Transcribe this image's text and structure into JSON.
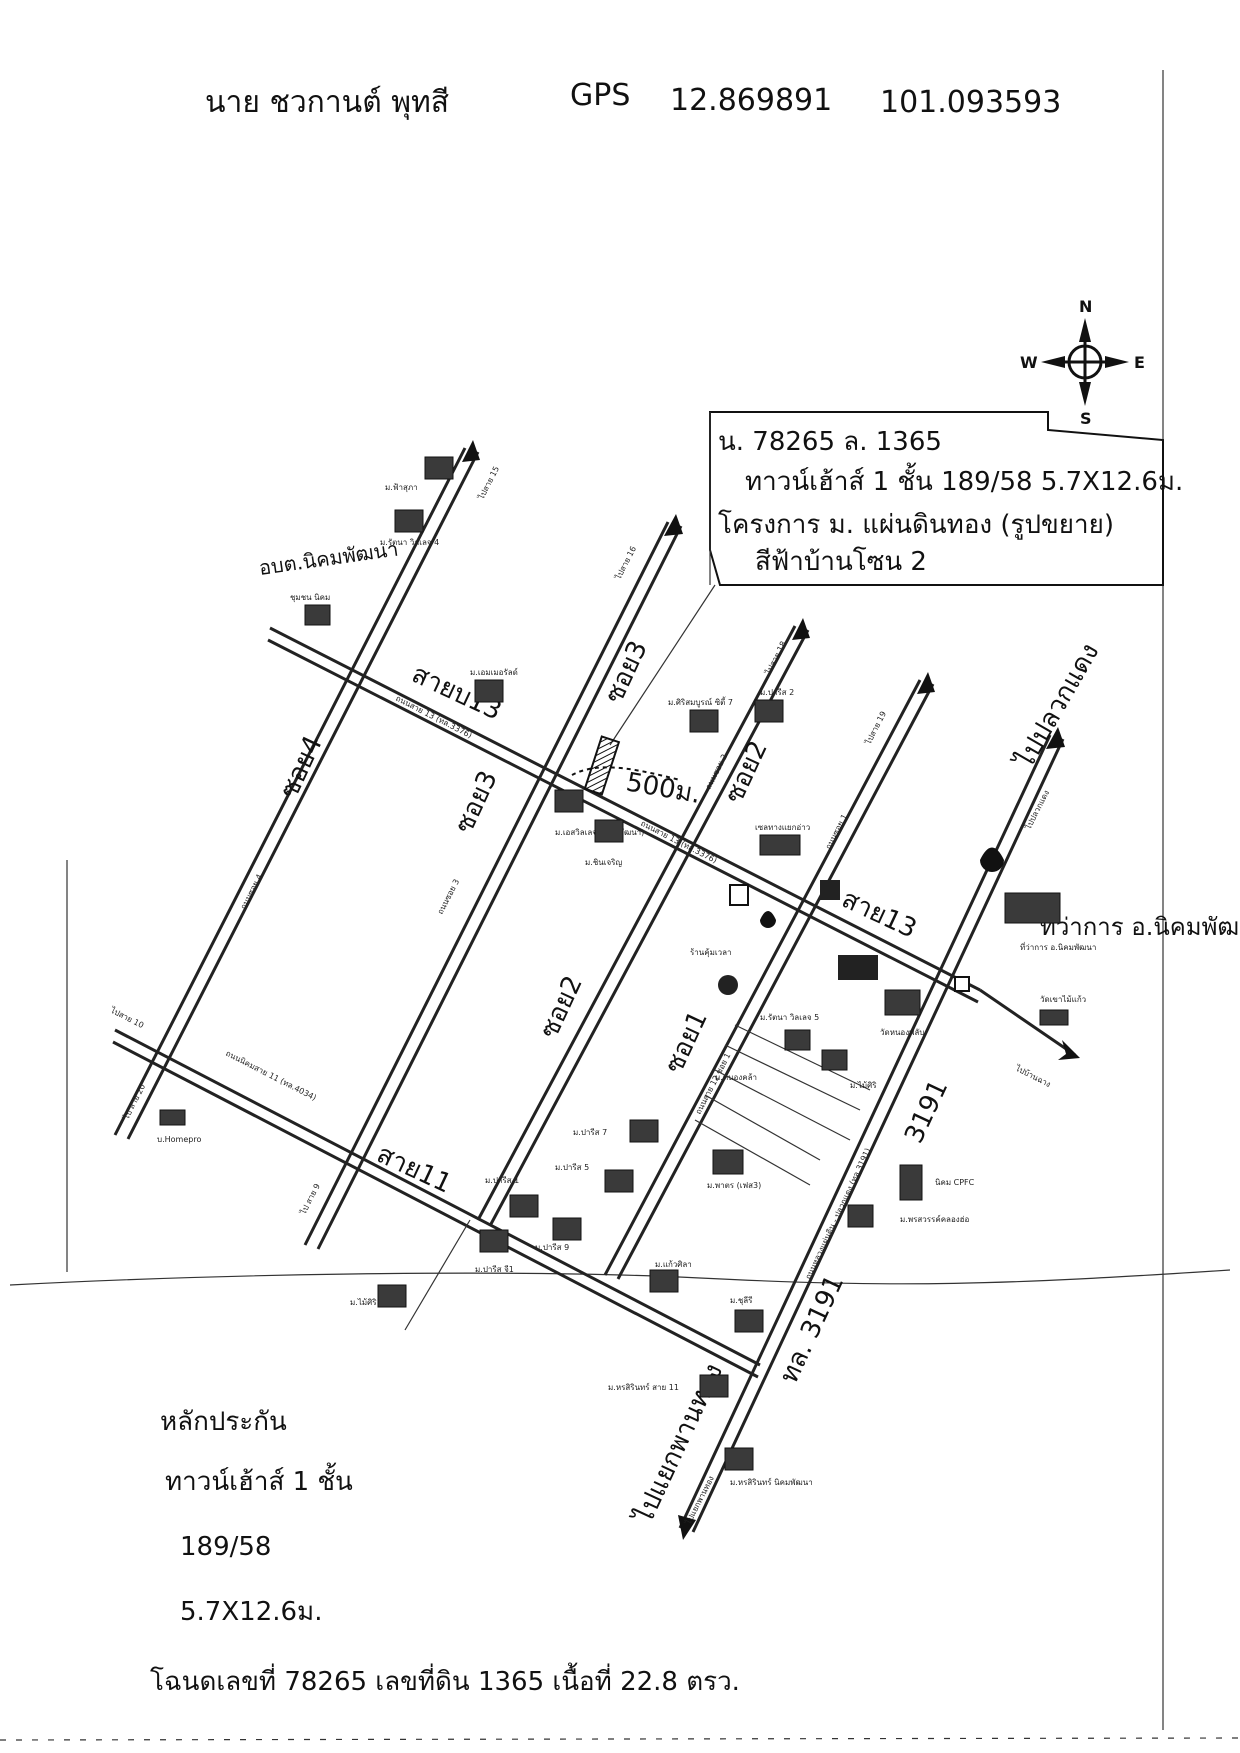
{
  "header": {
    "owner": "นาย ชวกานต์ พุทสี",
    "gps_label": "GPS",
    "lat": "12.869891",
    "lon": "101.093593"
  },
  "compass": {
    "n": "N",
    "s": "S",
    "e": "E",
    "w": "W"
  },
  "info_box": {
    "line1": "น. 78265 ล. 1365",
    "line2": "ทาวน์เฮ้าส์ 1 ชั้น 189/58 5.7X12.6ม.",
    "line3": "โครงการ ม. แผ่นดินทอง (รูปขยาย)",
    "line4": "สีฟ้าบ้านโซน 2"
  },
  "handwritten_labels": {
    "soi4_a": "ซอย4",
    "soi3_a": "ซอย3",
    "soi3_b": "ซอย3",
    "soi2_a": "ซอย2",
    "soi2_b": "ซอย2",
    "soi1": "ซอย1",
    "sai13_a": "สายบ13",
    "sai13_b": "สาย13",
    "sai11": "สาย11",
    "distance": "500ม.",
    "to_pluak_daeng": "ไปปลวกแดง",
    "amphoe": "ที่ว่าการ อ.นิคมพัฒนา",
    "rt3191_a": "3191",
    "rt3191_b": "ทล. 3191",
    "to_phanthong": "ไปแยกพานทอง",
    "obt": "อบต.นิคมพัฒนา"
  },
  "printed_labels": {
    "road13": "ถนนสาย 13 (ทล.3376)",
    "road13_b": "ถนนสาย 13 (ทล.3376)",
    "road11": "ถนนนิคมสาย 11 (ทล.4034)",
    "road3191": "ถนนหลวงแผ่นดิน - ปลวกแดง (ทล.3191)",
    "soi4_print": "ถนนซอย 4",
    "soi3_print": "ถนนซอย 3",
    "soi2_print": "ถนนซอย 2",
    "soi1_print": "ถนนซอย 1",
    "to15": "ไปสาย 15",
    "to16": "ไปสาย 16",
    "to18": "ไปสาย 18",
    "to19": "ไปสาย 19",
    "to_pluakdaeng_p": "ไปปลวกแดง",
    "to_banchang": "ไปบ้านฉาง",
    "to_sai10": "ไปสาย 10",
    "to_sai20": "ไป สาย 20",
    "to_sai9": "ไป สาย 9",
    "to_phanthong_p": "ไปแยกพานทอง",
    "sai12": "ถนนสาย 12 ซอย 1",
    "m_plinthip": "ม.ฟ้าสุภา",
    "m_rattana": "ม.รัตนา วิลเลจ 4",
    "m_siam": "ชุมชน นิคม",
    "m_emerald": "ม.เอมเมอรัลด์",
    "m_sirisomboon": "ม.ศิริสมบูรณ์ ซิตี้ 7",
    "m_paris2": "ม.ปารีส 2",
    "m_eastern": "ม.เอสวิลเลจ (นิคมพัฒนา)",
    "m_chinjaroen": "ม.ชินเจริญ",
    "m_pattaya": "เซลทางแยกอ่าว",
    "m_phumsuwan": "ร้านคุ้มเวลา",
    "m_rattana5": "ม.รัตนา วิลเลจ 5",
    "m_maisiri": "ม.ไม้ศิริ",
    "m_nongklam": "ม.หนองคล้า",
    "m_paris7": "ม.ปารีส 7",
    "m_paris5": "ม.ปารีส 5",
    "m_patong": "ม.พาตร (เฟส3)",
    "m_paris1": "ม.ปารีส 1",
    "m_paris9": "ม.ปารีส 9",
    "m_parisg1": "ม.ปารีส จี1",
    "m_maisiri2": "ม.ไม้ศิริ",
    "m_kaewsila": "ม.แก้วศิลา",
    "m_chusiri": "ม.ชุลีรี",
    "m_rassamee11": "ม.หรสิรินทร์ สาย 11",
    "m_rassamee_nk": "ม.หรสิรินทร์ นิคมพัฒนา",
    "cpfc": "นิคม CPFC",
    "m_pornsawan": "ม.พรสวรรค์คลองฮ่อ",
    "amphoe_p": "ที่ว่าการ อ.นิคมพัฒนา",
    "wat_kao": "วัดเขาไม้แก้ว",
    "wat_nong": "วัดหนองพลับ",
    "house_th": "บ.Homepro"
  },
  "notes": {
    "line1": "หลักประกัน",
    "line2": "ทาวน์เฮ้าส์ 1 ชั้น",
    "line3": "189/58",
    "line4": "5.7X12.6ม.",
    "line5": "โฉนดเลขที่ 78265 เลขที่ดิน 1365 เนื้อที่ 22.8 ตรว."
  }
}
